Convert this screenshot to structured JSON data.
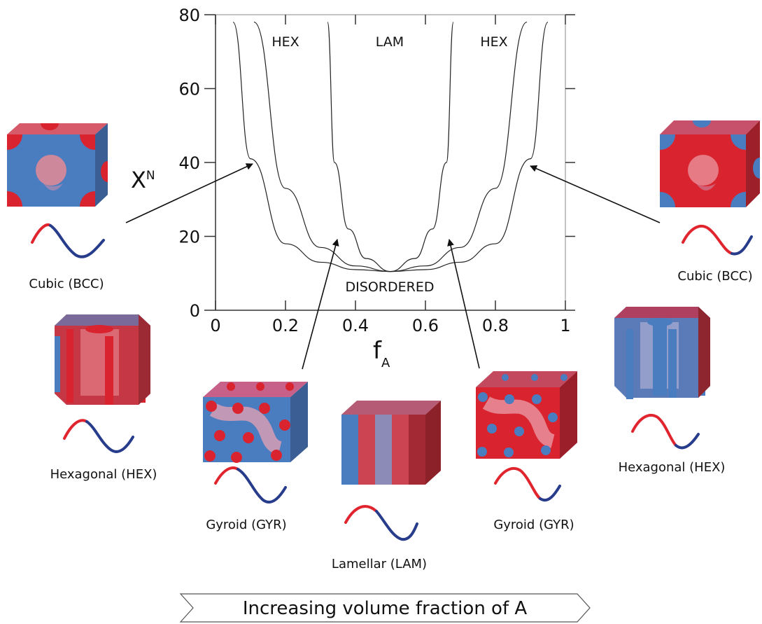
{
  "chart_data": {
    "type": "line",
    "xlabel": "f",
    "xlabel_sub": "A",
    "ylabel": "X",
    "ylabel_sup": "N",
    "xlim": [
      0,
      1
    ],
    "ylim": [
      0,
      80
    ],
    "x_ticks": [
      "0",
      "0.2",
      "0.4",
      "0.6",
      "0.8",
      "1"
    ],
    "y_ticks": [
      "0",
      "20",
      "40",
      "60",
      "80"
    ],
    "grid": false,
    "critical_point": {
      "x": 0.5,
      "y": 10.5
    },
    "regions": {
      "hex_left": "HEX",
      "lam": "LAM",
      "hex_right": "HEX",
      "disordered": "DISORDERED"
    },
    "series": [
      {
        "x": [
          0.05,
          0.1,
          0.2,
          0.3,
          0.4,
          0.5
        ],
        "y": [
          78,
          41,
          18,
          13,
          11,
          10.5
        ]
      },
      {
        "x": [
          0.11,
          0.2,
          0.3,
          0.4,
          0.5
        ],
        "y": [
          78,
          33,
          17,
          12,
          10.5
        ]
      },
      {
        "x": [
          0.32,
          0.34,
          0.38,
          0.43,
          0.5
        ],
        "y": [
          78,
          40,
          22,
          14,
          10.5
        ]
      },
      {
        "x": [
          0.5,
          0.57,
          0.62,
          0.66,
          0.68
        ],
        "y": [
          10.5,
          14,
          22,
          40,
          78
        ]
      },
      {
        "x": [
          0.5,
          0.6,
          0.7,
          0.8,
          0.89
        ],
        "y": [
          10.5,
          12,
          17,
          33,
          78
        ]
      },
      {
        "x": [
          0.5,
          0.6,
          0.7,
          0.8,
          0.9,
          0.95
        ],
        "y": [
          10.5,
          11,
          13,
          18,
          41,
          78
        ]
      }
    ]
  },
  "morphologies": {
    "bcc_left": "Cubic (BCC)",
    "hex_left": "Hexagonal (HEX)",
    "gyr_left": "Gyroid (GYR)",
    "lam": "Lamellar (LAM)",
    "gyr_right": "Gyroid (GYR)",
    "hex_right": "Hexagonal (HEX)",
    "bcc_right": "Cubic (BCC)"
  },
  "banner": "Increasing volume fraction of A",
  "colors": {
    "blue": "#4a7cc0",
    "red": "#d9232e",
    "wave_blue": "#283c8c",
    "wave_red": "#e0252f"
  }
}
